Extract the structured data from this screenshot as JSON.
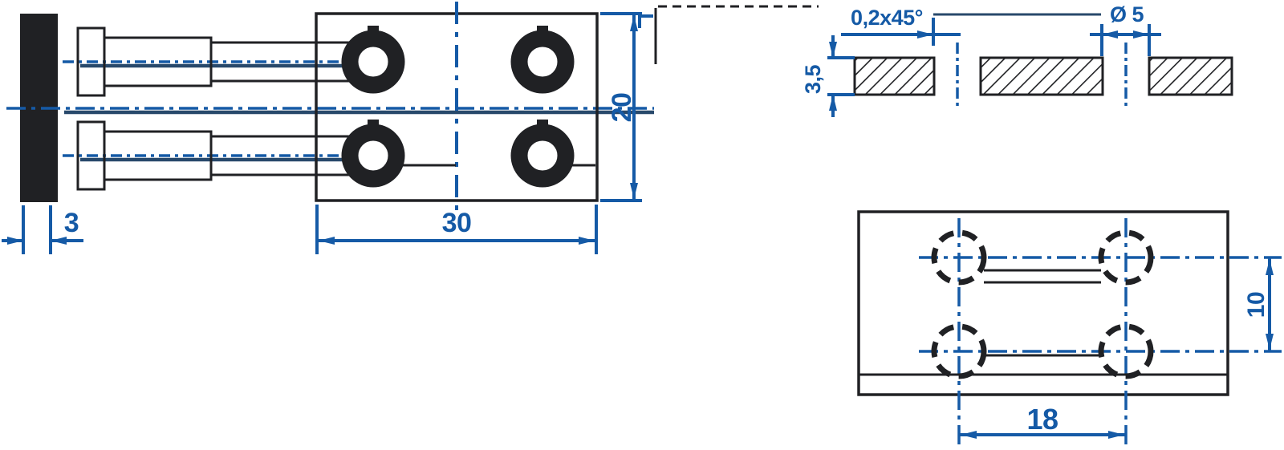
{
  "colors": {
    "background": "#ffffff",
    "line": "#202124",
    "accent": "#155aa6",
    "accent_shadow": "#28496b"
  },
  "views": {
    "front": {
      "dim_width": "30",
      "dim_height": "20",
      "dim_plate_thickness": "3"
    },
    "section": {
      "dim_thickness": "3,5",
      "dim_chamfer": "0,2x45°",
      "dim_hole_diameter": "Ø 5"
    },
    "top": {
      "dim_hole_spacing_x": "18",
      "dim_hole_spacing_y": "10"
    }
  }
}
